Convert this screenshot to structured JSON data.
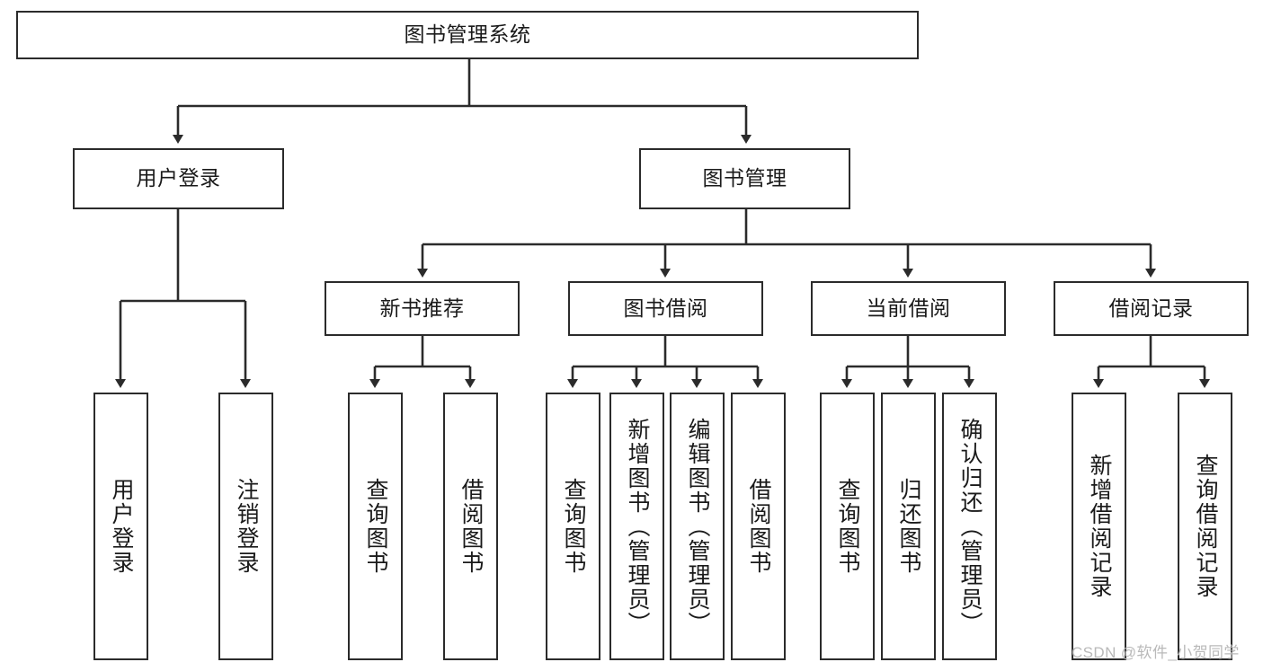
{
  "diagram": {
    "title": "图书管理系统",
    "type": "tree-hierarchy",
    "orientation": "top-down",
    "colors": {
      "box_border": "#2b2b2b",
      "box_fill": "#ffffff",
      "connector": "#2b2b2b",
      "text": "#1a1a1a",
      "watermark": "#b9b9b9"
    },
    "nodes": {
      "root": {
        "label": "图书管理系统"
      },
      "level2": [
        {
          "id": "user-login",
          "label": "用户登录"
        },
        {
          "id": "book-manage",
          "label": "图书管理"
        }
      ],
      "level3": [
        {
          "id": "new-book-recommend",
          "label": "新书推荐"
        },
        {
          "id": "book-borrow",
          "label": "图书借阅"
        },
        {
          "id": "current-borrow",
          "label": "当前借阅"
        },
        {
          "id": "borrow-record",
          "label": "借阅记录"
        }
      ],
      "leaves": {
        "user-login": [
          {
            "id": "leaf-user-login",
            "label": "用户登录"
          },
          {
            "id": "leaf-logout-login",
            "label": "注销登录"
          }
        ],
        "new-book-recommend": [
          {
            "id": "leaf-query-book-1",
            "label": "查询图书"
          },
          {
            "id": "leaf-borrow-book-1",
            "label": "借阅图书"
          }
        ],
        "book-borrow": [
          {
            "id": "leaf-query-book-2",
            "label": "查询图书"
          },
          {
            "id": "leaf-add-book-admin",
            "label": "新增图书（管理员）"
          },
          {
            "id": "leaf-edit-book-admin",
            "label": "编辑图书（管理员）"
          },
          {
            "id": "leaf-borrow-book-2",
            "label": "借阅图书"
          }
        ],
        "current-borrow": [
          {
            "id": "leaf-query-book-3",
            "label": "查询图书"
          },
          {
            "id": "leaf-return-book",
            "label": "归还图书"
          },
          {
            "id": "leaf-confirm-return-admin",
            "label": "确认归还（管理员）"
          }
        ],
        "borrow-record": [
          {
            "id": "leaf-add-borrow-record",
            "label": "新增借阅记录"
          },
          {
            "id": "leaf-query-borrow-record",
            "label": "查询借阅记录"
          }
        ]
      }
    },
    "watermark": "CSDN @软件_小贺同学"
  }
}
